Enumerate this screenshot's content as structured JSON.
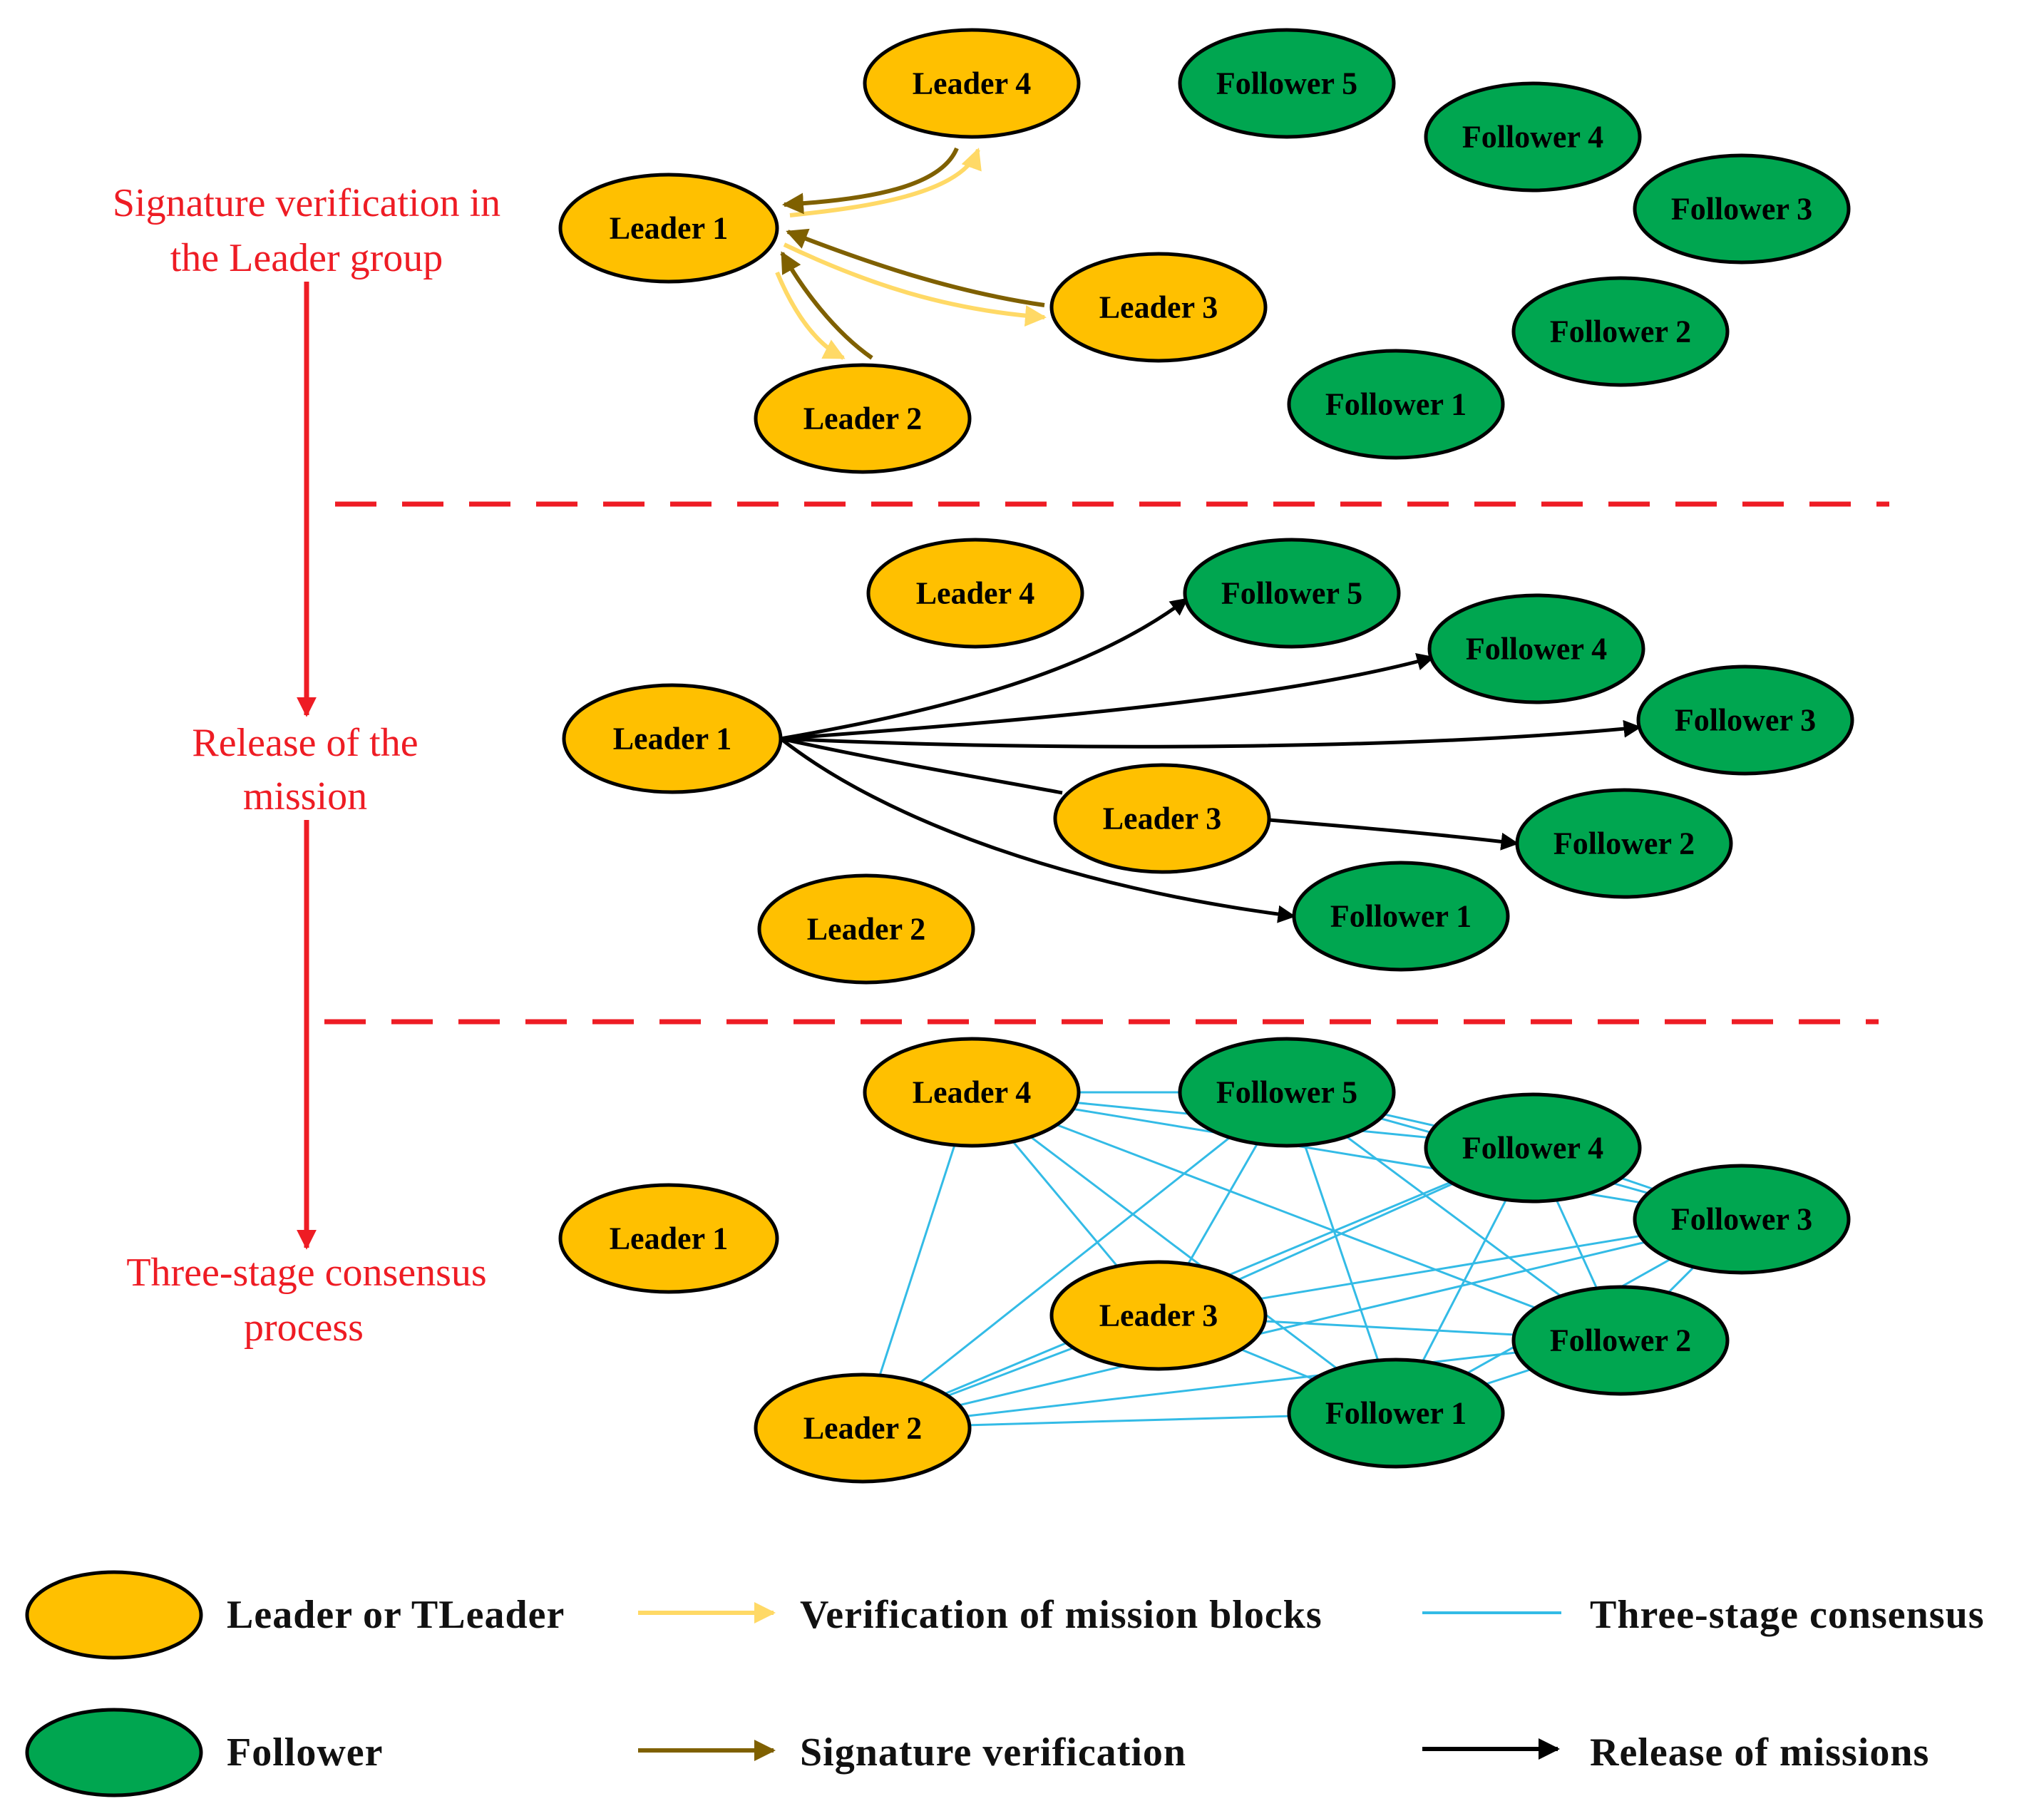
{
  "colors": {
    "leader": "#ffc000",
    "follower": "#00a650",
    "verification": "#ffd966",
    "signature": "#7f6000",
    "consensus": "#33bbe6",
    "release": "#000000",
    "phase": "#ee1c24"
  },
  "phases": [
    {
      "line1": "Signature verification in",
      "line2": "the Leader group"
    },
    {
      "line1": "Release of the",
      "line2": "mission"
    },
    {
      "line1": "Three-stage consensus",
      "line2": "process"
    }
  ],
  "nodes": {
    "leader1": "Leader 1",
    "leader2": "Leader 2",
    "leader3": "Leader 3",
    "leader4": "Leader 4",
    "follower1": "Follower 1",
    "follower2": "Follower 2",
    "follower3": "Follower 3",
    "follower4": "Follower 4",
    "follower5": "Follower 5"
  },
  "edges": {
    "signature_verification": [
      [
        "leader4",
        "leader1"
      ],
      [
        "leader3",
        "leader1"
      ],
      [
        "leader2",
        "leader1"
      ]
    ],
    "mission_block_verification": [
      [
        "leader1",
        "leader4"
      ],
      [
        "leader1",
        "leader3"
      ],
      [
        "leader1",
        "leader2"
      ]
    ],
    "release": [
      [
        "leader1",
        "follower5"
      ],
      [
        "leader1",
        "follower4"
      ],
      [
        "leader1",
        "follower3"
      ],
      [
        "leader1",
        "leader3"
      ],
      [
        "leader3",
        "follower2"
      ],
      [
        "leader1",
        "follower1"
      ]
    ],
    "consensus": "all pairs among leader2, leader3, leader4, follower1-5"
  },
  "legend": {
    "leader": "Leader or TLeader",
    "follower": "Follower",
    "verification": "Verification of mission blocks",
    "signature": "Signature verification",
    "consensus": "Three-stage consensus",
    "release": "Release of missions"
  }
}
